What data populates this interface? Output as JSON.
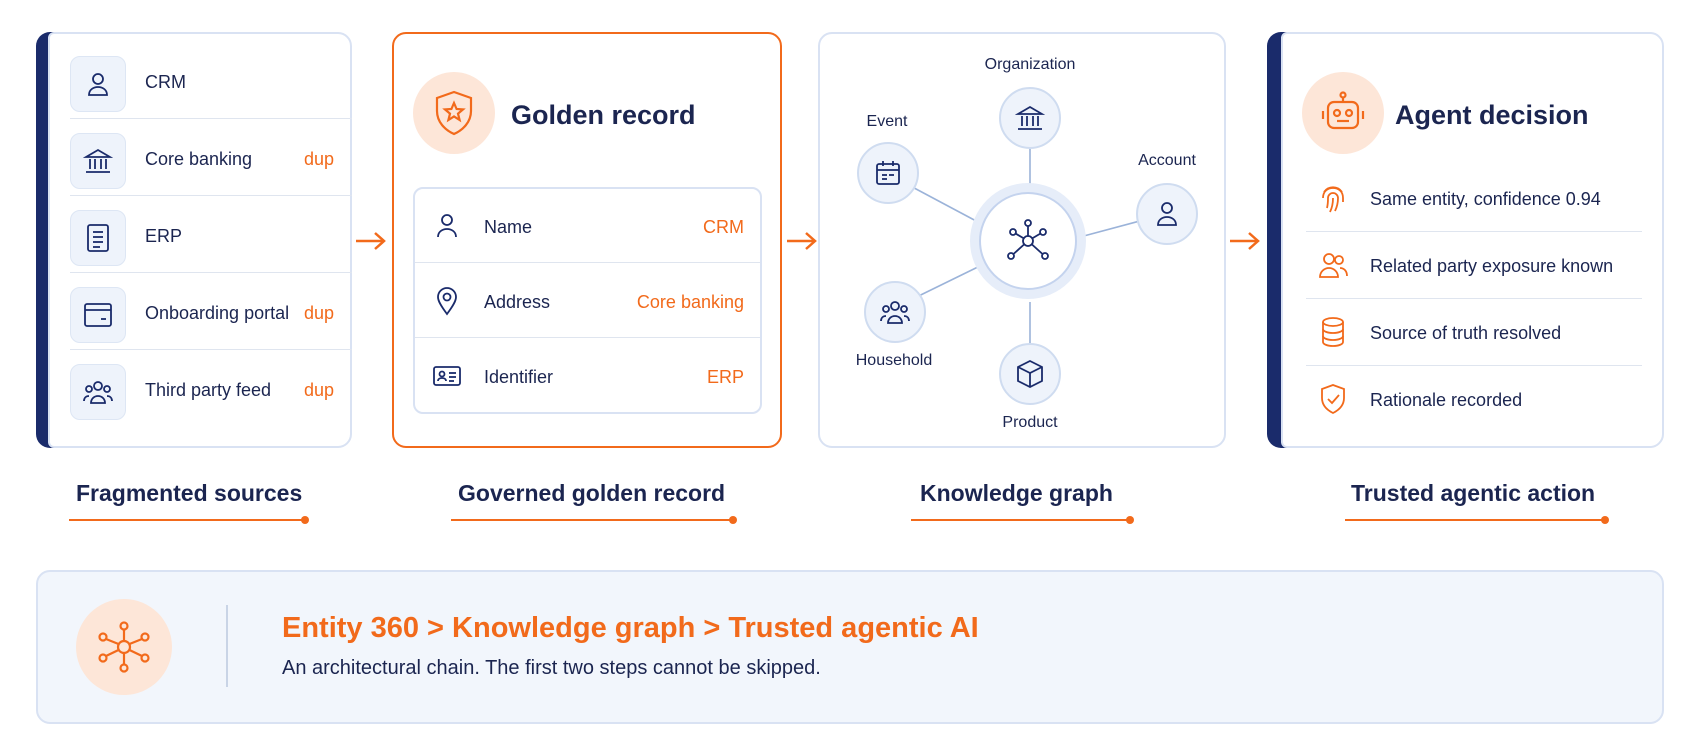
{
  "sources": {
    "items": [
      {
        "label": "CRM",
        "dup": "",
        "icon": "person-icon"
      },
      {
        "label": "Core banking",
        "dup": "dup",
        "icon": "bank-icon"
      },
      {
        "label": "ERP",
        "dup": "",
        "icon": "document-icon"
      },
      {
        "label": "Onboarding portal",
        "dup": "dup",
        "icon": "browser-window-icon"
      },
      {
        "label": "Third party feed",
        "dup": "dup",
        "icon": "group-icon"
      }
    ],
    "caption": "Fragmented sources"
  },
  "golden": {
    "title": "Golden record",
    "fields": [
      {
        "label": "Name",
        "source": "CRM",
        "icon": "person-icon"
      },
      {
        "label": "Address",
        "source": "Core banking",
        "icon": "location-pin-icon"
      },
      {
        "label": "Identifier",
        "source": "ERP",
        "icon": "id-card-icon"
      }
    ],
    "caption": "Governed golden record"
  },
  "graph": {
    "nodes": {
      "organization": "Organization",
      "event": "Event",
      "account": "Account",
      "household": "Household",
      "product": "Product"
    },
    "caption": "Knowledge graph"
  },
  "agent": {
    "title": "Agent decision",
    "items": [
      {
        "label": "Same entity, confidence 0.94",
        "icon": "fingerprint-icon"
      },
      {
        "label": "Related party exposure known",
        "icon": "people-icon"
      },
      {
        "label": "Source of truth resolved",
        "icon": "database-icon"
      },
      {
        "label": "Rationale recorded",
        "icon": "shield-check-icon"
      }
    ],
    "caption": "Trusted agentic action"
  },
  "banner": {
    "title": "Entity 360 > Knowledge graph > Trusted agentic AI",
    "subtitle": "An architectural chain. The first two steps cannot be skipped."
  },
  "colors": {
    "accent": "#f26a1b",
    "navy": "#1a2b6b",
    "border": "#d9e2f3",
    "soft_bg": "#f2f6fc"
  }
}
